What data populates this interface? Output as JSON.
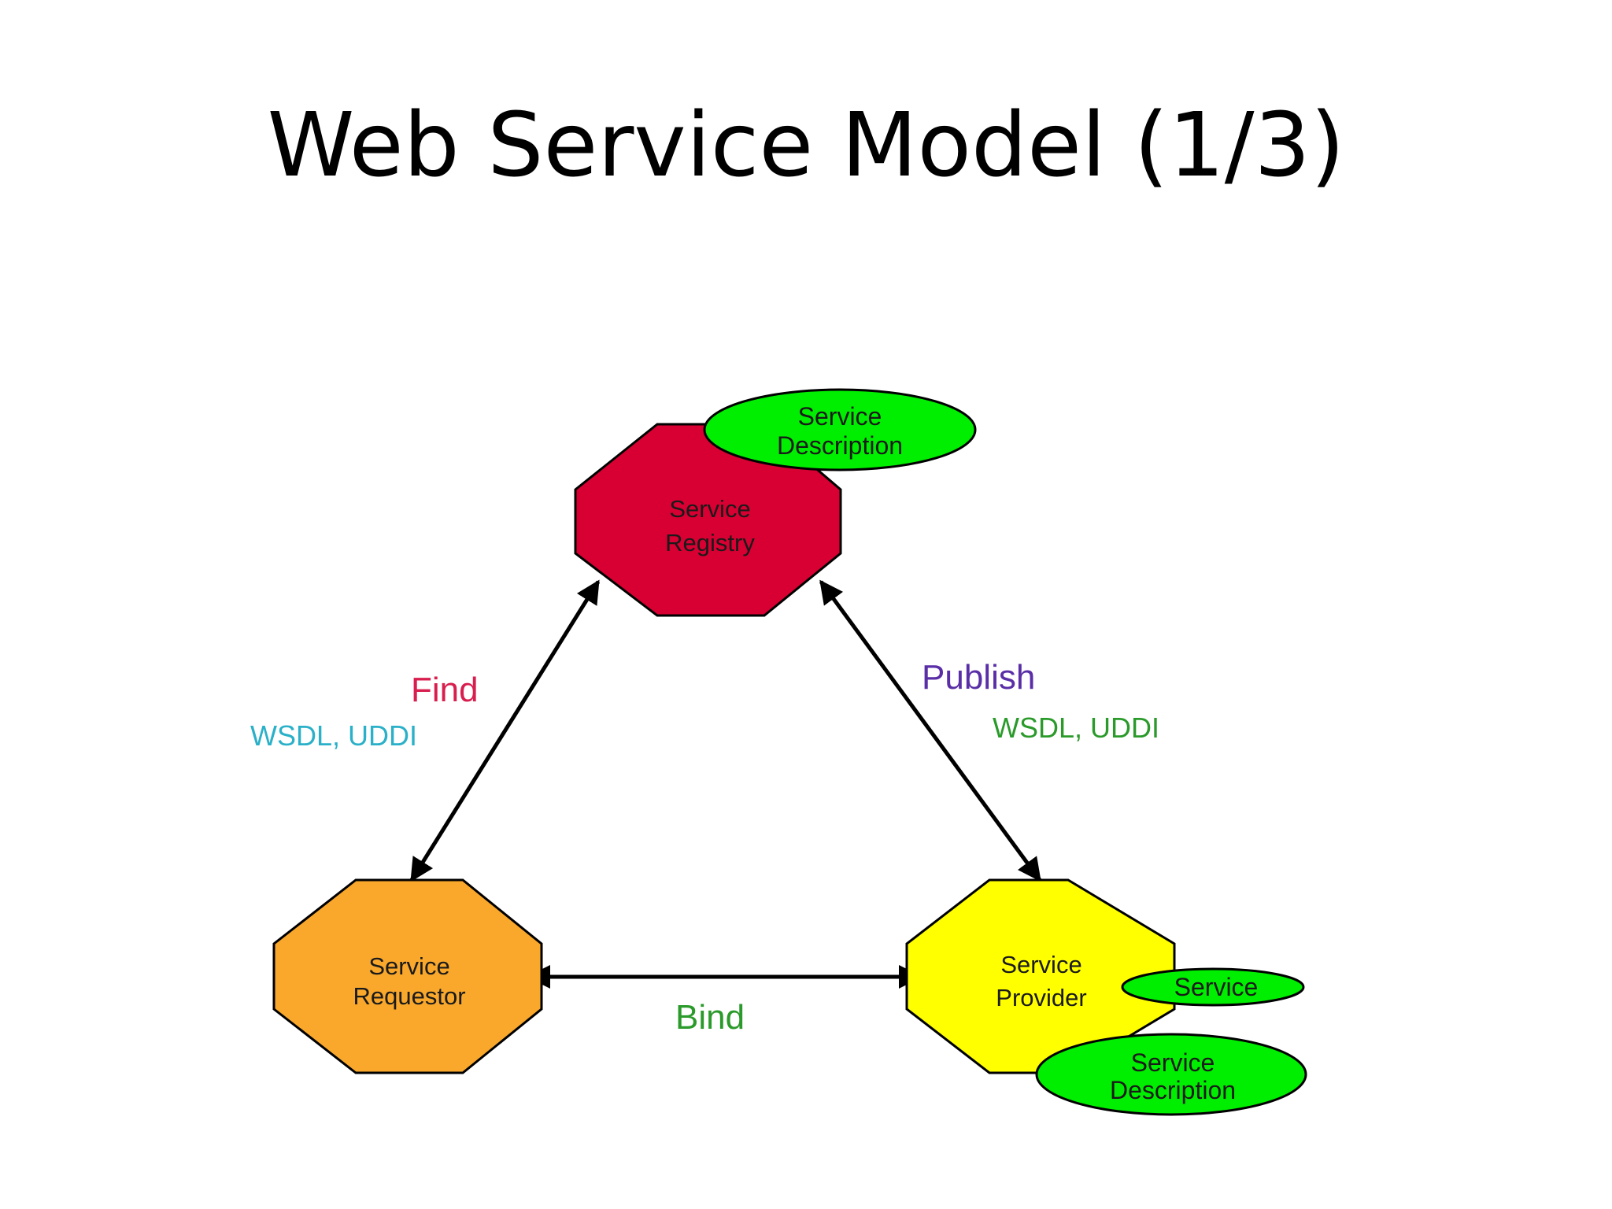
{
  "title": "Web Service Model (1/3)",
  "nodes": {
    "registry": {
      "line1": "Service",
      "line2": "Registry",
      "color": "#d80032"
    },
    "requestor": {
      "line1": "Service",
      "line2": "Requestor",
      "color": "#f9a82c"
    },
    "provider": {
      "line1": "Service",
      "line2": "Provider",
      "color": "#ffff00"
    }
  },
  "ellipses": {
    "registry_description": {
      "line1": "Service",
      "line2": "Description"
    },
    "provider_service": {
      "line1": "Service"
    },
    "provider_description": {
      "line1": "Service",
      "line2": "Description"
    },
    "color": "#00ee00"
  },
  "edges": {
    "find": {
      "label": "Find",
      "sublabel": "WSDL, UDDI",
      "label_color": "#d81e4e",
      "sublabel_color": "#2ab0c8"
    },
    "publish": {
      "label": "Publish",
      "sublabel": "WSDL, UDDI",
      "label_color": "#5a2ea6",
      "sublabel_color": "#2a9a2a"
    },
    "bind": {
      "label": "Bind",
      "label_color": "#2a9a2a"
    }
  }
}
